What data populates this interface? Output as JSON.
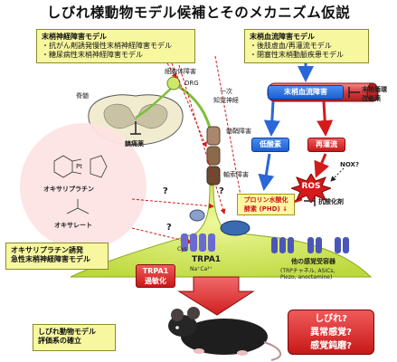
{
  "title": "しびれ様動物モデル候補とそのメカニズム仮説",
  "box_neuro": {
    "heading": "末梢神経障害モデル",
    "items": [
      "・抗がん剤誘発慢性末梢神経障害モデル",
      "・糖尿病性末梢神経障害モデル"
    ]
  },
  "box_blood": {
    "heading": "末梢血流障害モデル",
    "items": [
      "・後肢虚血/再灌流モデル",
      "・閉塞性末梢動脈疾患モデル"
    ]
  },
  "box_oxali": {
    "line1": "オキサリプラチン誘発",
    "line2": "急性末梢神経障害モデル"
  },
  "box_eval": {
    "line1": "しびれ動物モデル",
    "line2": "評価系の確立"
  },
  "labels": {
    "cell_body_damage": "細胞体障害",
    "drg": "DRG",
    "primary_afferent": "一次\n知覚神経",
    "spinal_cord": "脊髄",
    "analgesic": "鎮痛薬",
    "myelin_damage": "髄鞘障害",
    "axon_damage": "軸索障害",
    "oxaliplatin": "オキサリプラチン",
    "oxalate": "オキサレート",
    "nox": "NOX?",
    "antioxidant": "抗酸化剤",
    "circulation": "末梢循環\n改善薬",
    "trpa1": "TRPA1",
    "cys": "Cys",
    "ions": "Na⁺Ca²⁺",
    "receptors_title": "他の感覚受容器",
    "receptors_detail": "(TRPチャネル, ASICs,\nPiezo, anoctamine)",
    "q1": "?",
    "q2": "?",
    "q3": "?"
  },
  "buttons": {
    "blood_flow": "末梢血流障害",
    "hypoxia": "低酸素",
    "reperfusion": "再灌流",
    "ros": "ROS",
    "phd_line1": "プロリン水酸化",
    "phd_line2": "酵素 (PHD) ↓",
    "trpa1_sens": "TRPA1\n過敏化"
  },
  "symptoms": {
    "line1": "しびれ?",
    "line2": "異常感覚?",
    "line3": "感覚鈍磨?"
  },
  "colors": {
    "yellow_box": "#f7f7a0",
    "blue": "#1c5fd0",
    "red": "#c81818",
    "cell_green": "#d6ef58",
    "pink_circle": "#fde4e4"
  }
}
